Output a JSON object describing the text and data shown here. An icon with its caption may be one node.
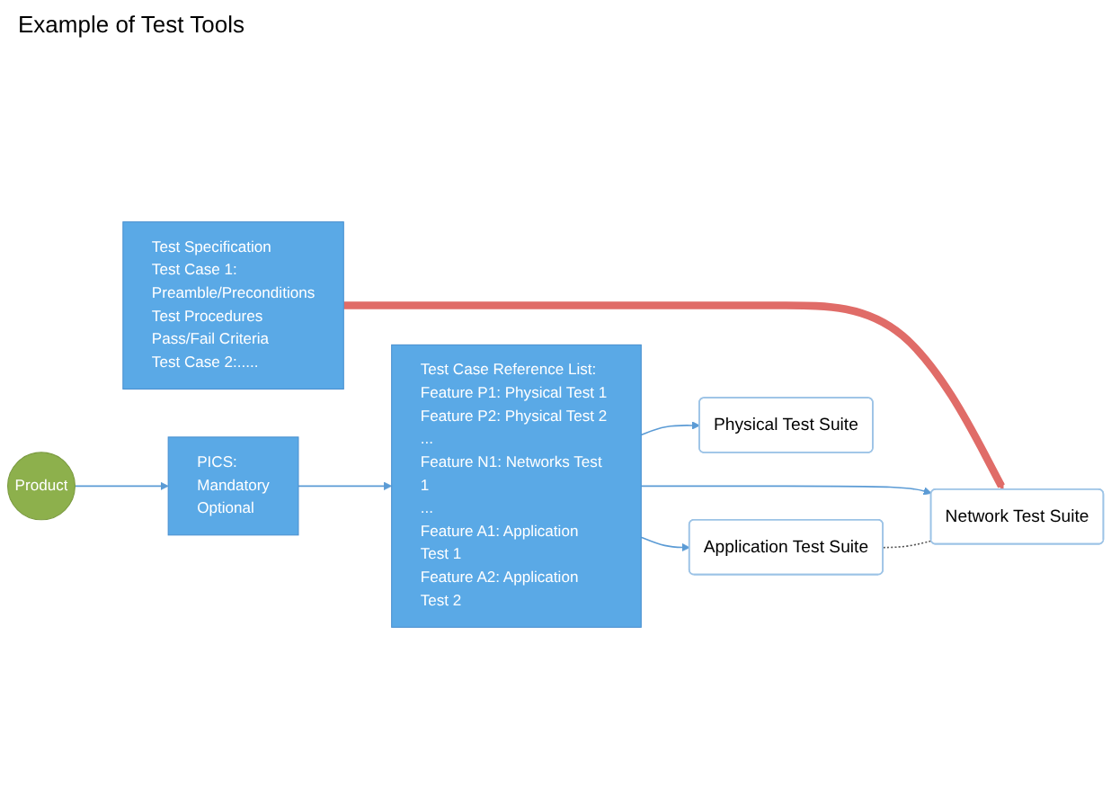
{
  "diagram": {
    "title": "Example of Test Tools",
    "nodes": [
      {
        "text": [
          "Physical Test Suite"
        ]
      },
      {
        "text": [
          "Network Test Suite"
        ]
      },
      {
        "text": [
          "Test Specification",
          "Test Case 1:",
          "Preamble/Preconditions",
          "Test Procedures",
          "Pass/Fail Criteria",
          "Test Case 2:....."
        ]
      },
      {
        "text": [
          "Application Test Suite"
        ]
      },
      {
        "text": [
          "Test Case Reference List:",
          "Feature P1: Physical Test 1",
          "Feature P2: Physical Test 2",
          "...",
          "Feature N1: Networks Test 1",
          "...",
          "Feature A1: Application Test 1",
          "Feature A2: Application Test 2"
        ]
      },
      {
        "text": [
          "Product"
        ]
      },
      {
        "text": [
          "PICS:",
          "Mandatory",
          "Optional"
        ]
      }
    ],
    "edges": [
      {
        "from": 5,
        "to": 6,
        "arrow": "to"
      },
      {
        "from": 6,
        "to": 4,
        "arrow": "to"
      },
      {
        "from": 4,
        "to": 0,
        "arrow": "to"
      },
      {
        "from": 4,
        "to": 1,
        "arrow": "to"
      },
      {
        "from": 4,
        "to": 3,
        "arrow": "to"
      },
      {
        "from": 2,
        "to": 1,
        "arrow": "to",
        "style": "thick",
        "color": "#e06c68"
      },
      {
        "from": 3,
        "to": 1,
        "arrow": "none",
        "style": "dashed",
        "color": "#555555"
      }
    ]
  }
}
